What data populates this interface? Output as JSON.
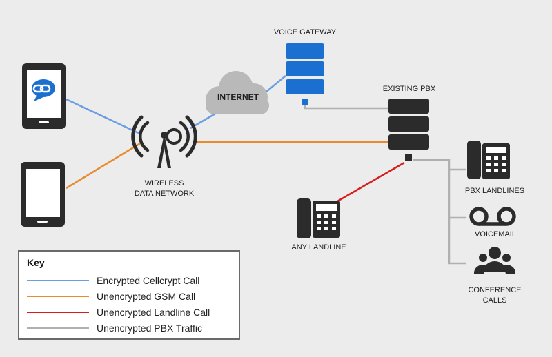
{
  "labels": {
    "voice_gateway": "VOICE GATEWAY",
    "internet": "INTERNET",
    "existing_pbx": "EXISTING PBX",
    "wireless_line1": "WIRELESS",
    "wireless_line2": "DATA NETWORK",
    "any_landline": "ANY LANDLINE",
    "pbx_landlines": "PBX LANDLINES",
    "voicemail": "VOICEMAIL",
    "conference_line1": "CONFERENCE",
    "conference_line2": "CALLS"
  },
  "key": {
    "title": "Key",
    "items": [
      {
        "label": "Encrypted Cellcrypt Call",
        "color": "#6a9ee3"
      },
      {
        "label": "Unencrypted GSM Call",
        "color": "#e88a2e"
      },
      {
        "label": "Unencrypted Landline Call",
        "color": "#d81b1b"
      },
      {
        "label": "Unencrypted PBX Traffic",
        "color": "#b0b0b0"
      }
    ]
  },
  "colors": {
    "encrypted": "#6a9ee3",
    "gsm": "#e88a2e",
    "landline": "#d81b1b",
    "pbx": "#b0b0b0",
    "gateway_blue": "#1a6fd0",
    "dark": "#2b2b2b",
    "cloud": "#b9b9b9"
  }
}
